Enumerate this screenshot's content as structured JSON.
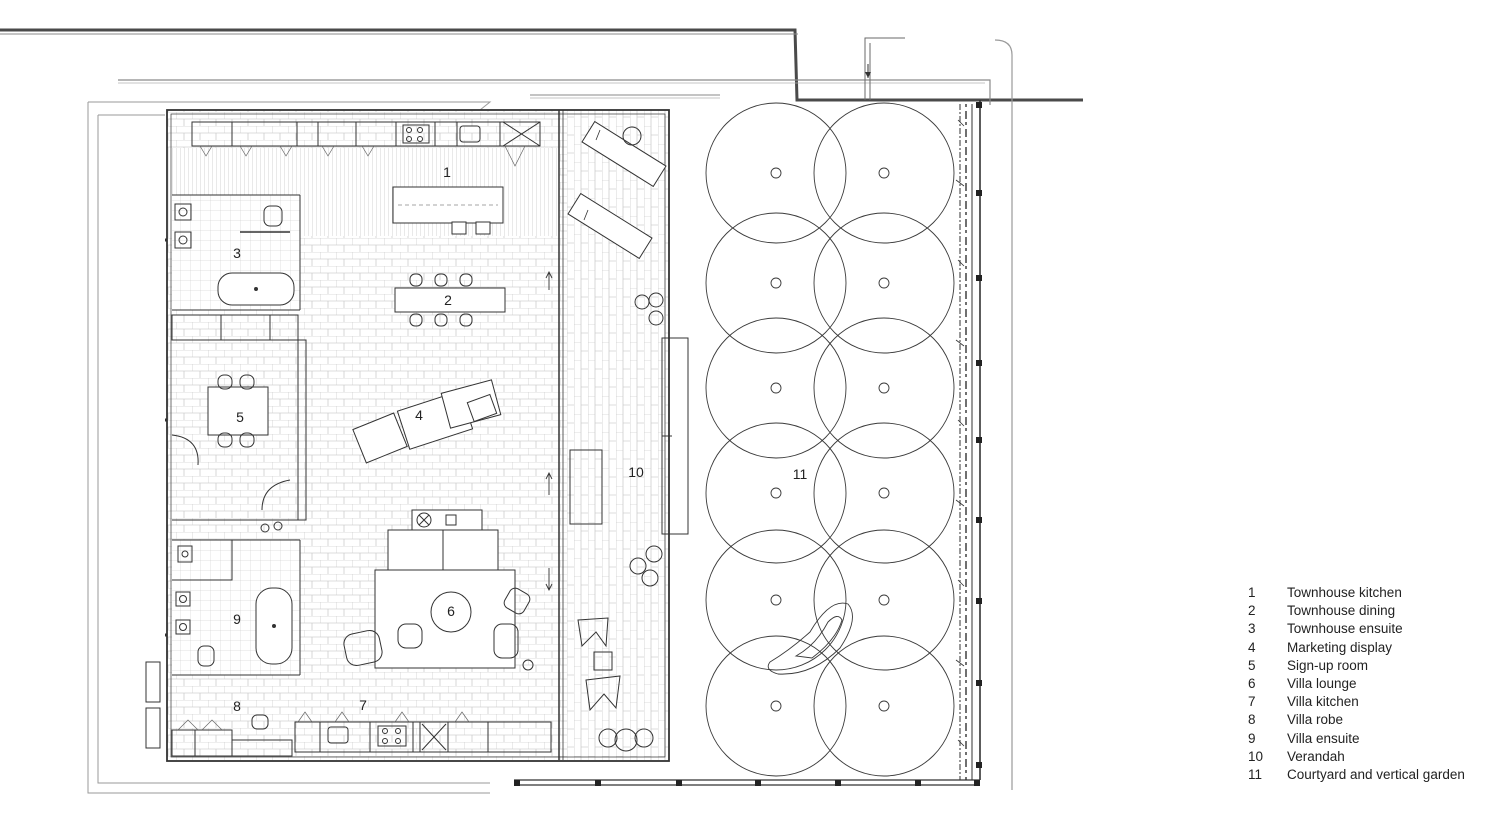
{
  "plan": {
    "room_numbers": [
      {
        "key": "n1",
        "text": "1"
      },
      {
        "key": "n2",
        "text": "2"
      },
      {
        "key": "n3",
        "text": "3"
      },
      {
        "key": "n4",
        "text": "4"
      },
      {
        "key": "n5",
        "text": "5"
      },
      {
        "key": "n6",
        "text": "6"
      },
      {
        "key": "n7",
        "text": "7"
      },
      {
        "key": "n8",
        "text": "8"
      },
      {
        "key": "n9",
        "text": "9"
      },
      {
        "key": "n10",
        "text": "10"
      },
      {
        "key": "n11",
        "text": "11"
      }
    ]
  },
  "legend": [
    {
      "num": "1",
      "label": "Townhouse kitchen"
    },
    {
      "num": "2",
      "label": "Townhouse dining"
    },
    {
      "num": "3",
      "label": "Townhouse ensuite"
    },
    {
      "num": "4",
      "label": "Marketing display"
    },
    {
      "num": "5",
      "label": "Sign-up room"
    },
    {
      "num": "6",
      "label": "Villa lounge"
    },
    {
      "num": "7",
      "label": "Villa kitchen"
    },
    {
      "num": "8",
      "label": "Villa robe"
    },
    {
      "num": "9",
      "label": "Villa ensuite"
    },
    {
      "num": "10",
      "label": "Verandah"
    },
    {
      "num": "11",
      "label": "Courtyard and vertical garden"
    }
  ],
  "colors": {
    "line": "#333333",
    "light_line": "#9a9a9a",
    "heavy_line": "#4a4a4a"
  }
}
